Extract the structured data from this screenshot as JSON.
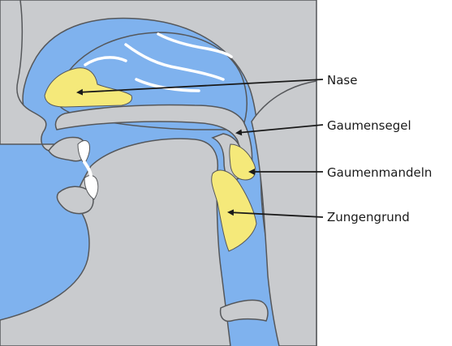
{
  "colors": {
    "airway": "#7FB2EE",
    "tissue": "#C9CBCE",
    "outline": "#55575A",
    "highlight": "#F5E97A",
    "teeth": "#FFFFFF",
    "pointer": "#1A1A1A"
  },
  "labels": {
    "nose": "Nase",
    "soft_palate": "Gaumensegel",
    "tonsils": "Gaumenmandeln",
    "tongue_base": "Zungengrund"
  }
}
